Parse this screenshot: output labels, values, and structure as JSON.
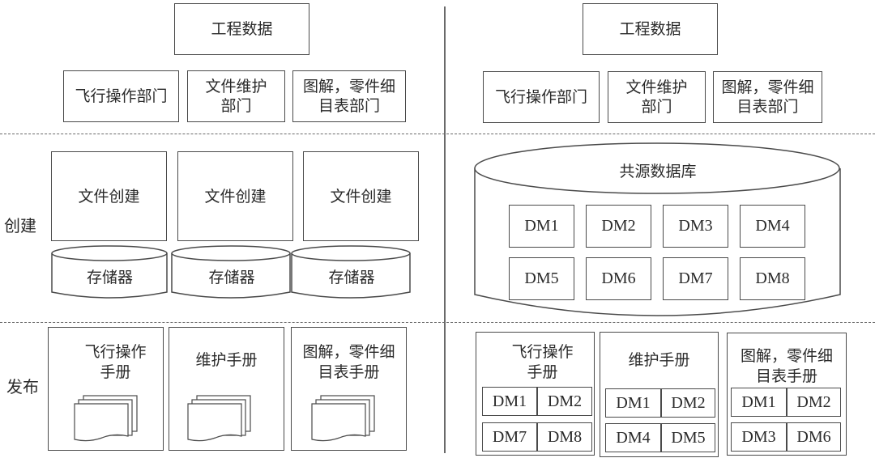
{
  "left": {
    "engineering_data": "工程数据",
    "departments": [
      "飞行操作部门",
      "文件维护\n部门",
      "图解，零件细\n目表部门"
    ],
    "create_boxes": [
      "文件创建",
      "文件创建",
      "文件创建"
    ],
    "storage": [
      "存储器",
      "存储器",
      "存储器"
    ],
    "manuals": [
      "飞行操作\n手册",
      "维护手册",
      "图解，零件细\n目表手册"
    ]
  },
  "right": {
    "engineering_data": "工程数据",
    "departments": [
      "飞行操作部门",
      "文件维护\n部门",
      "图解，零件细\n目表部门"
    ],
    "database_label": "共源数据库",
    "data_modules": [
      "DM1",
      "DM2",
      "DM3",
      "DM4",
      "DM5",
      "DM6",
      "DM7",
      "DM8"
    ],
    "manuals": [
      {
        "title": "飞行操作\n手册",
        "modules": [
          "DM1",
          "DM2",
          "DM7",
          "DM8"
        ]
      },
      {
        "title": "维护手册",
        "modules": [
          "DM1",
          "DM2",
          "DM4",
          "DM5"
        ]
      },
      {
        "title": "图解，零件细\n目表手册",
        "modules": [
          "DM1",
          "DM2",
          "DM3",
          "DM6"
        ]
      }
    ]
  },
  "row_labels": {
    "create": "创建",
    "publish": "发布"
  }
}
